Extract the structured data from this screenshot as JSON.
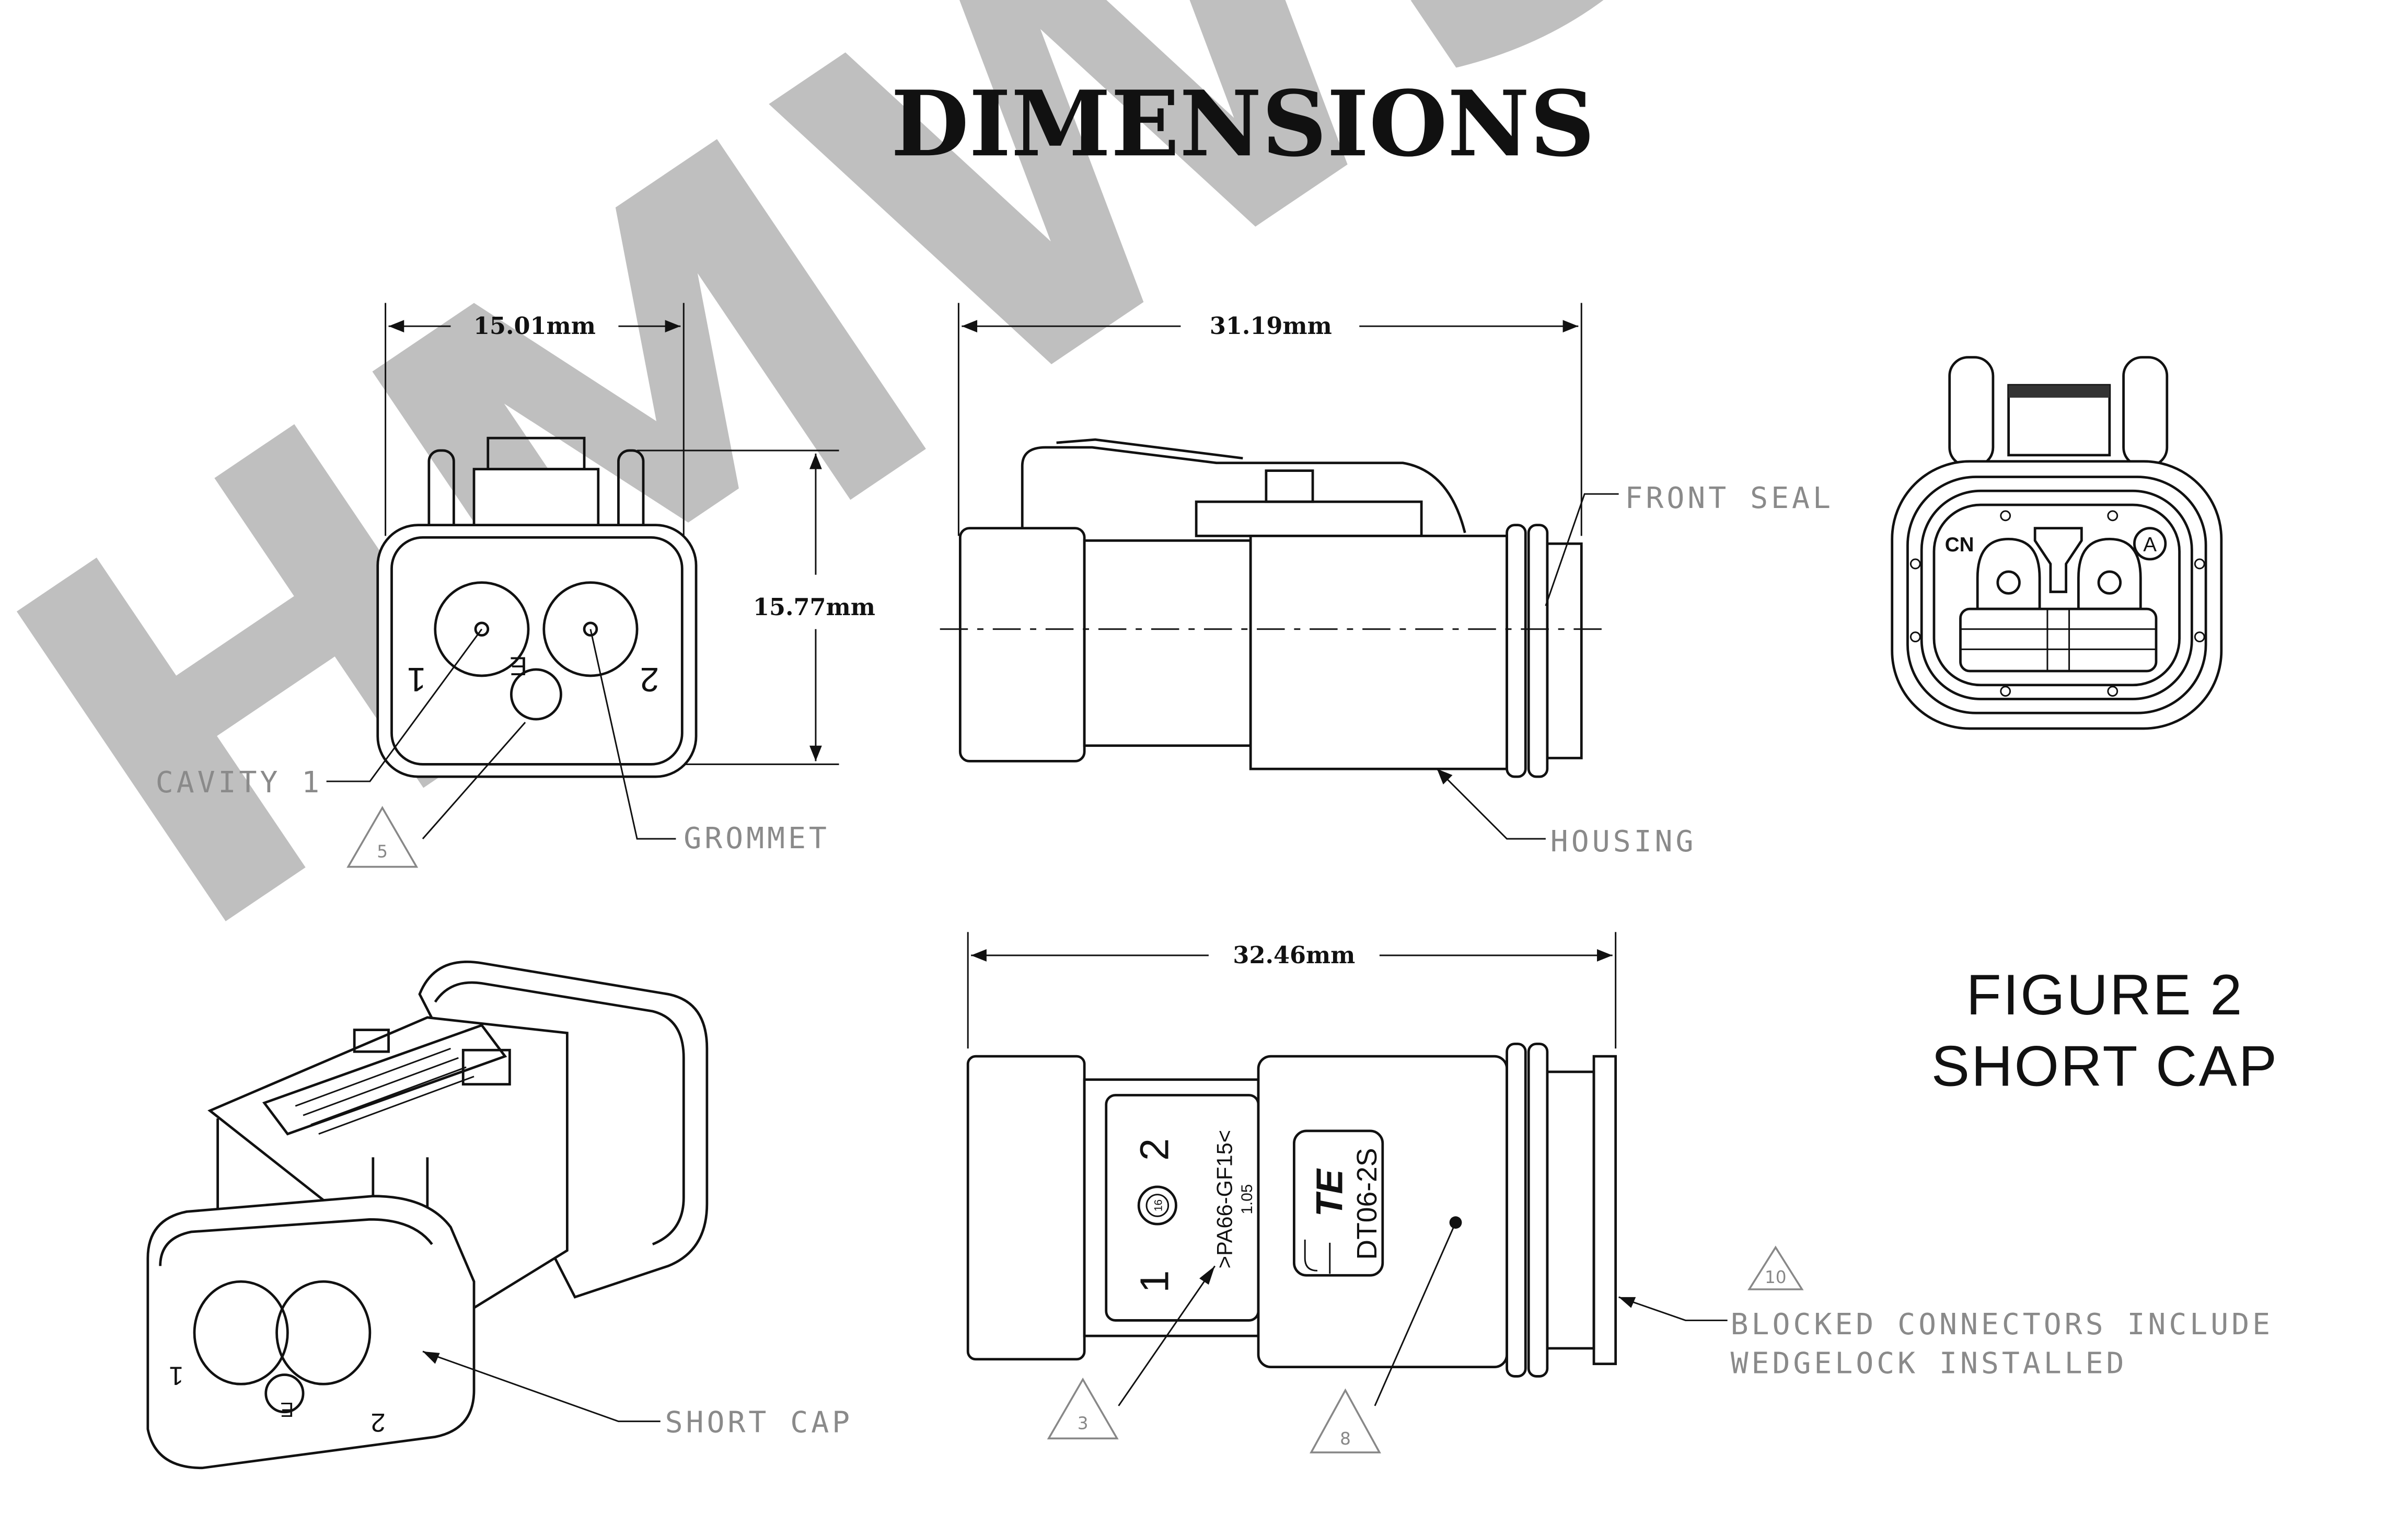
{
  "title": "DIMENSIONS",
  "watermark": "HMWS",
  "dimensions": {
    "front_width": "15.01mm",
    "front_height": "15.77mm",
    "side_length": "31.19mm",
    "bottom_length": "32.46mm"
  },
  "callouts": {
    "cavity_1": "CAVITY 1",
    "grommet": "GROMMET",
    "front_seal": "FRONT SEAL",
    "housing": "HOUSING",
    "short_cap": "SHORT CAP",
    "blocked_line1": "BLOCKED CONNECTORS INCLUDE",
    "blocked_line2": "WEDGELOCK INSTALLED"
  },
  "notes": {
    "n5": "5",
    "n3": "3",
    "n8": "8",
    "n10": "10"
  },
  "figure": {
    "line1": "FIGURE 2",
    "line2": "SHORT CAP"
  },
  "cavity_labels": {
    "c1": "1",
    "c2": "2",
    "c3": "E"
  },
  "end_view": {
    "cn": "CN",
    "a": "A"
  },
  "part_marking": {
    "material": ">PA66-GF15<",
    "version": "1.05",
    "brand": "TE",
    "part_number": "DT06-2S",
    "pin1": "1",
    "pin2": "2",
    "date_wheel_center": "16"
  }
}
